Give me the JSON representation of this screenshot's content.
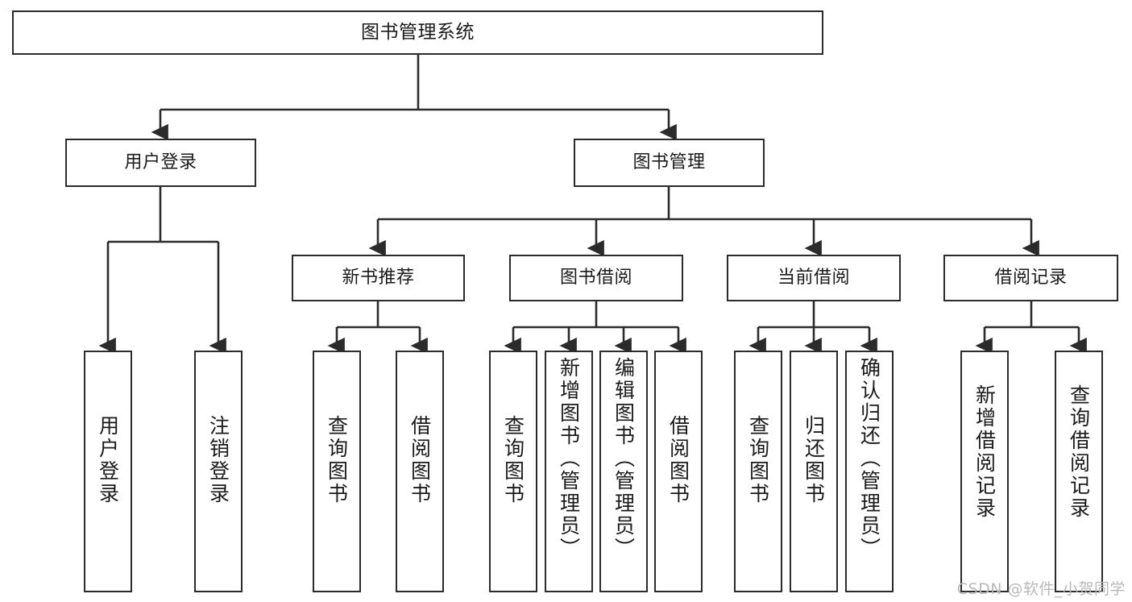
{
  "diagram": {
    "title": "图书管理系统",
    "type": "tree-hierarchy",
    "watermark": "CSDN @软件_小贺同学",
    "colors": {
      "node_border": "#2b2b2b",
      "node_fill": "#ffffff",
      "edge": "#2b2b2b",
      "text": "#1a1a1a",
      "watermark": "#b9b9b9",
      "background": "#ffffff"
    },
    "levels": {
      "root": {
        "label": "图书管理系统"
      },
      "level2": [
        {
          "label": "用户登录"
        },
        {
          "label": "图书管理"
        }
      ],
      "level3": [
        {
          "label": "新书推荐"
        },
        {
          "label": "图书借阅"
        },
        {
          "label": "当前借阅"
        },
        {
          "label": "借阅记录"
        }
      ],
      "leaves": {
        "user_login": [
          {
            "label": "用户登录"
          },
          {
            "label": "注销登录"
          }
        ],
        "new_book_recommend": [
          {
            "label": "查询图书"
          },
          {
            "label": "借阅图书"
          }
        ],
        "book_borrow": [
          {
            "label": "查询图书"
          },
          {
            "label": "新增图书（管理员）"
          },
          {
            "label": "编辑图书（管理员）"
          },
          {
            "label": "借阅图书"
          }
        ],
        "current_borrow": [
          {
            "label": "查询图书"
          },
          {
            "label": "归还图书"
          },
          {
            "label": "确认归还（管理员）"
          }
        ],
        "borrow_records": [
          {
            "label": "新增借阅记录"
          },
          {
            "label": "查询借阅记录"
          }
        ]
      }
    }
  }
}
